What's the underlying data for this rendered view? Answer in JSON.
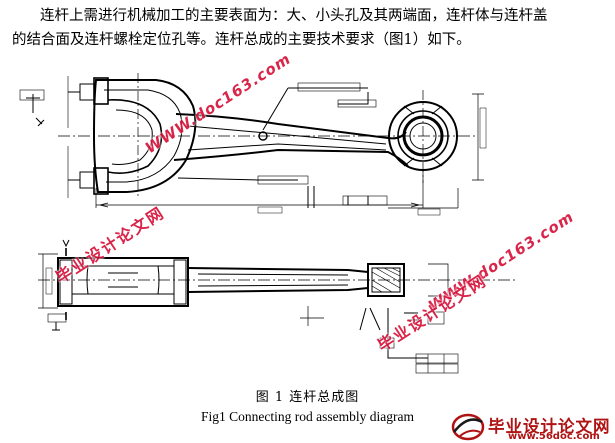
{
  "paragraph": {
    "line1": "连杆上需进行机械加工的主要表面为：大、小头孔及其两端面，连杆体与连杆盖",
    "line2": "的结合面及连杆螺栓定位孔等。连杆总成的主要技术要求（图1）如下。"
  },
  "figure": {
    "caption_cn": "图 1    连杆总成图",
    "caption_en": "Fig1 Connecting rod assembly diagram"
  },
  "watermarks": {
    "site": "WWW.doc163.com",
    "cn": "毕业设计论文网"
  },
  "logo": {
    "title": "毕业设计论文网",
    "url": "www.56doc.com",
    "color": "#b01313"
  },
  "colors": {
    "watermark": "#d7133b"
  }
}
